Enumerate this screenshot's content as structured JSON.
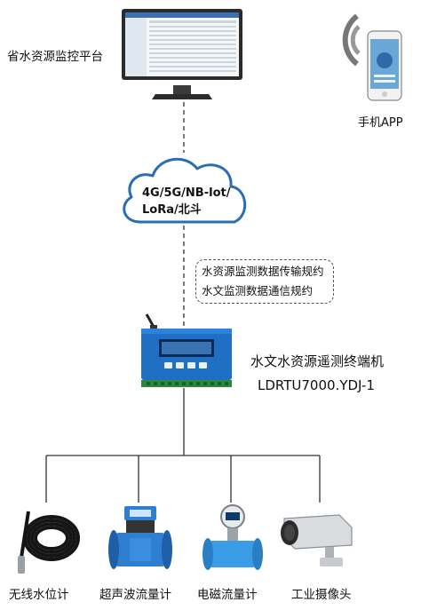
{
  "platform": {
    "label": "省水资源监控平台"
  },
  "mobile": {
    "label": "手机APP"
  },
  "network": {
    "line1": "4G/5G/NB-lot/",
    "line2": "LoRa/北斗"
  },
  "protocols": {
    "line1": "水资源监测数据传输规约",
    "line2": "水文监测数据通信规约"
  },
  "terminal": {
    "name": "水文水资源遥测终端机",
    "model": "LDRTU7000.YDJ-1"
  },
  "sensors": [
    {
      "label": "无线水位计",
      "icon": "cable-water-level-sensor-icon"
    },
    {
      "label": "超声波流量计",
      "icon": "ultrasonic-flowmeter-icon"
    },
    {
      "label": "电磁流量计",
      "icon": "electromagnetic-flowmeter-icon"
    },
    {
      "label": "工业摄像头",
      "icon": "industrial-camera-icon"
    }
  ],
  "colors": {
    "device_blue": "#1f6fc4",
    "flow_blue": "#2f7fd0",
    "cloud_outline": "#2a6db5"
  }
}
